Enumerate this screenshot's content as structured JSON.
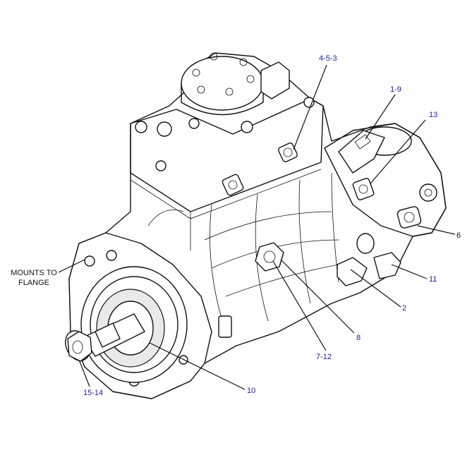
{
  "callouts": [
    {
      "id": "c-4-5-3",
      "text": "4-5-3",
      "color": "#1a1aa8"
    },
    {
      "id": "c-1-9",
      "text": "1-9",
      "color": "#1a1aa8"
    },
    {
      "id": "c-13",
      "text": "13",
      "color": "#1a1aa8"
    },
    {
      "id": "c-6",
      "text": "6",
      "color": "#111111"
    },
    {
      "id": "c-11",
      "text": "11",
      "color": "#1a1aa8"
    },
    {
      "id": "c-2",
      "text": "2",
      "color": "#1a1aa8"
    },
    {
      "id": "c-8",
      "text": "8",
      "color": "#1a1aa8"
    },
    {
      "id": "c-7-12",
      "text": "7-12",
      "color": "#1a1aa8"
    },
    {
      "id": "c-10",
      "text": "10",
      "color": "#1a1aa8"
    },
    {
      "id": "c-15-14",
      "text": "15-14",
      "color": "#1a1aa8"
    }
  ],
  "mounts_label": {
    "line1": "MOUNTS TO",
    "line2": "FLANGE"
  }
}
